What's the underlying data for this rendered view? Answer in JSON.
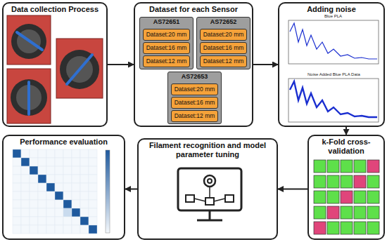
{
  "diagram": {
    "nodes": [
      {
        "text": [
          "Data collection Process"
        ]
      },
      {
        "text": [
          "Dataset for each Sensor"
        ]
      },
      {
        "text": [
          "AS72651"
        ],
        "in": 1
      },
      {
        "text": [
          "Dataset:20 mm"
        ],
        "in": 2
      },
      {
        "text": [
          "Dataset:16 mm"
        ],
        "in": 2
      },
      {
        "text": [
          "Dataset:12 mm"
        ],
        "in": 2
      },
      {
        "text": [
          "AS72652"
        ],
        "in": 1
      },
      {
        "text": [
          "Dataset:20 mm"
        ],
        "in": 6
      },
      {
        "text": [
          "Dataset:16 mm"
        ],
        "in": 6
      },
      {
        "text": [
          "Dataset:12 mm"
        ],
        "in": 6
      },
      {
        "text": [
          "AS72653"
        ],
        "in": 1
      },
      {
        "text": [
          "Dataset:20 mm"
        ],
        "in": 10
      },
      {
        "text": [
          "Dataset:16 mm"
        ],
        "in": 10
      },
      {
        "text": [
          "Dataset:12 mm"
        ],
        "in": 10
      },
      {
        "text": [
          "Adding noise"
        ]
      },
      {
        "text": [
          "Performance evaluation"
        ]
      },
      {
        "text": [
          "Filament recognition and model parameter tuning"
        ]
      },
      {
        "text": [
          "k-Fold cross-validation"
        ]
      }
    ],
    "edges": [
      {
        "from": 0,
        "to": 1,
        "arrow": "to"
      },
      {
        "from": 1,
        "to": 14,
        "arrow": "to"
      },
      {
        "from": 14,
        "to": 17,
        "arrow": "to"
      },
      {
        "from": 17,
        "to": 16,
        "arrow": "to"
      },
      {
        "from": 16,
        "to": 15,
        "arrow": "to"
      }
    ],
    "labels": [
      "Blue PLA",
      "Noise Added Blue PLA Data"
    ]
  }
}
